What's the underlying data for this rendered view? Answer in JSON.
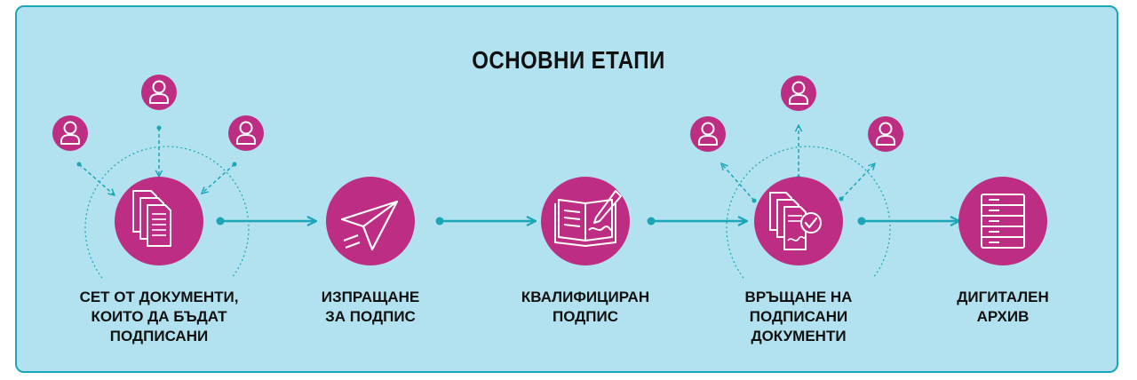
{
  "title": "ОСНОВНИ ЕТАПИ",
  "steps": [
    {
      "label": "СЕТ ОТ ДОКУМЕНТИ,\nКОИТО ДА БЪДАТ\nПОДПИСАНИ",
      "icon": "documents-icon"
    },
    {
      "label": "ИЗПРАЩАНЕ\nЗА ПОДПИС",
      "icon": "paper-plane-icon"
    },
    {
      "label": "КВАЛИФИЦИРАН\nПОДПИС",
      "icon": "signing-book-icon"
    },
    {
      "label": "ВРЪЩАНЕ НА\nПОДПИСАНИ\nДОКУМЕНТИ",
      "icon": "signed-documents-icon"
    },
    {
      "label": "ДИГИТАЛЕН\nАРХИВ",
      "icon": "archive-icon"
    }
  ],
  "colors": {
    "background": "#b2e2ef",
    "border": "#1aa6b6",
    "accent": "#bd2d84",
    "connector": "#1aa6b6"
  }
}
